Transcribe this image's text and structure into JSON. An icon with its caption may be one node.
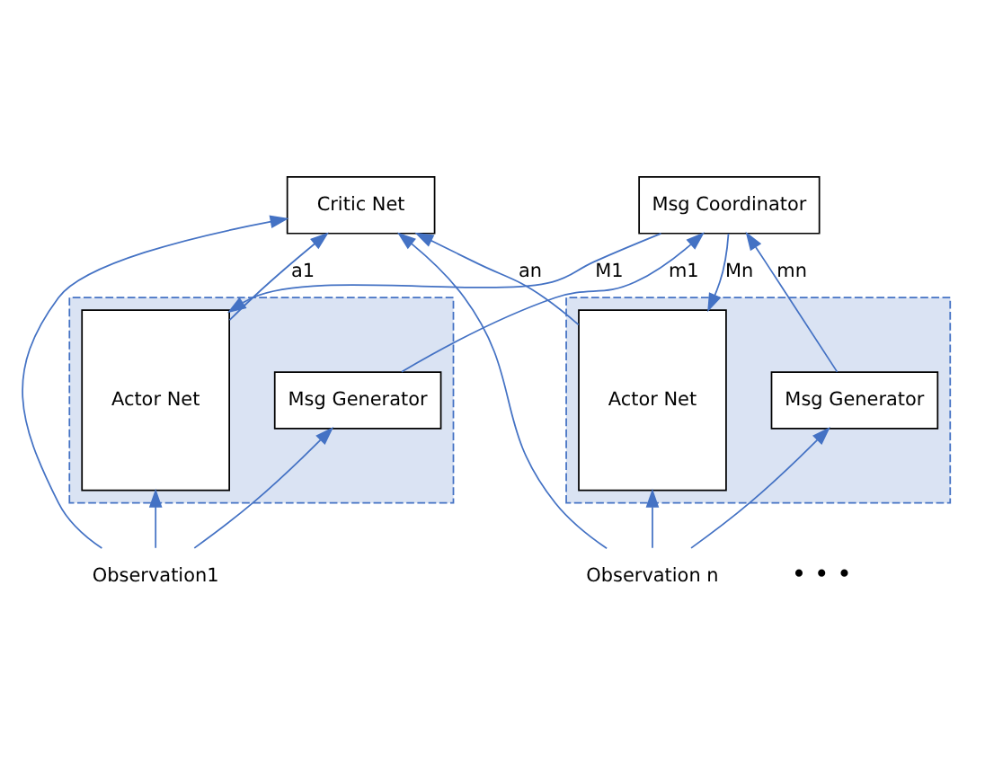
{
  "diagram": {
    "nodes": [
      {
        "text": [
          "Critic Net"
        ]
      },
      {
        "text": [
          "Msg Coordinator"
        ]
      },
      {
        "text": [],
        "shape": "box"
      },
      {
        "text": [
          "Actor Net"
        ],
        "in": 2
      },
      {
        "text": [
          "Msg Generator"
        ],
        "in": 2
      },
      {
        "text": [],
        "shape": "box"
      },
      {
        "text": [
          "Msg Generator"
        ],
        "in": 5
      },
      {
        "text": [
          "Actor Net"
        ],
        "in": 5
      },
      {
        "text": [
          "Observation1"
        ]
      },
      {
        "text": [
          "Observation n"
        ]
      }
    ],
    "edges": [
      {
        "from": 8,
        "to": 0,
        "arrow": "to"
      },
      {
        "from": 8,
        "to": 3,
        "arrow": "to"
      },
      {
        "from": 8,
        "to": 4,
        "arrow": "to"
      },
      {
        "from": 3,
        "to": 0,
        "arrow": "to",
        "label": "a1"
      },
      {
        "from": 1,
        "to": 3,
        "arrow": "to",
        "label": "M1"
      },
      {
        "from": 4,
        "to": 1,
        "arrow": "to",
        "label": "m1"
      },
      {
        "from": 6,
        "to": 1,
        "arrow": "to",
        "label": "mn"
      },
      {
        "from": 1,
        "to": 7,
        "arrow": "to",
        "label": "Mn"
      },
      {
        "from": 7,
        "to": 0,
        "arrow": "to",
        "label": "an"
      },
      {
        "from": 9,
        "to": 0,
        "arrow": "to"
      },
      {
        "from": 9,
        "to": 7,
        "arrow": "to"
      },
      {
        "from": 9,
        "to": 6,
        "arrow": "to"
      }
    ],
    "labels": [
      "• • •"
    ]
  }
}
